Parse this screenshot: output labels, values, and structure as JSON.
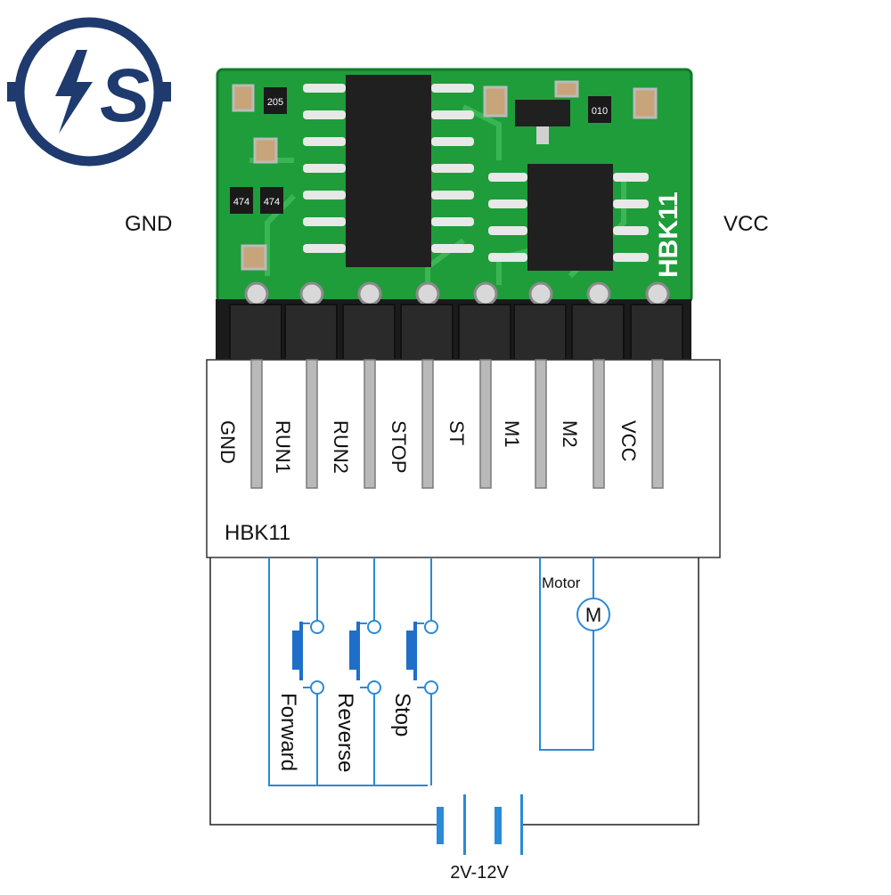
{
  "logo": {
    "letters": "S",
    "icon": "bolt-s-logo-icon",
    "color": "#1e3a6e"
  },
  "side_labels": {
    "left": "GND",
    "right": "VCC"
  },
  "module": {
    "silk_label": "HBK11",
    "board_color": "#1f9d3a",
    "chip_markings": [
      "205",
      "474",
      "474",
      "010"
    ]
  },
  "pins": [
    "GND",
    "RUN1",
    "RUN2",
    "STOP",
    "ST",
    "M1",
    "M2",
    "VCC"
  ],
  "schematic": {
    "module_name": "HBK11",
    "motor_label": "Motor",
    "motor_symbol": "M",
    "buttons": [
      "Forward",
      "Reverse",
      "Stop"
    ],
    "supply_label": "2V-12V",
    "wire_color": "#2a8ad8",
    "line_color": "#222222"
  }
}
